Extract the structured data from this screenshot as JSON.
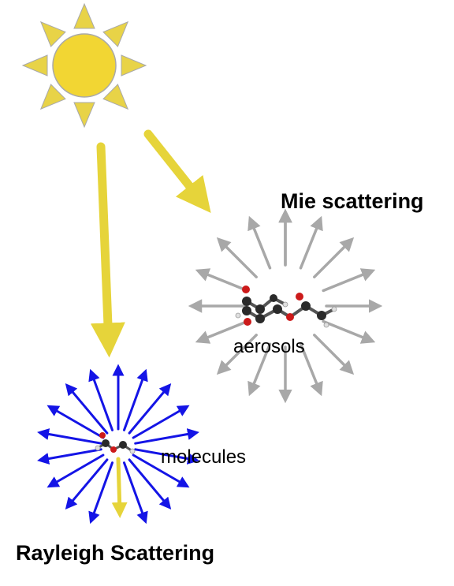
{
  "labels": {
    "mie": "Mie scattering",
    "aerosols": "aerosols",
    "molecules": "molecules",
    "rayleigh": "Rayleigh Scattering"
  },
  "colors": {
    "sun_fill": "#f2d633",
    "sun_ray": "#e8d347",
    "sun_edge": "#a9a9a9",
    "incoming_beam": "#e6d43a",
    "mie_arrow": "#a8a8a8",
    "rayleigh_arrow": "#1414e6",
    "carbon": "#2a2a2a",
    "oxygen": "#cc1a1a",
    "hydrogen": "#e0e0e0",
    "bond": "#555555"
  },
  "icons": [
    "sun-icon",
    "aerosol-molecule-icon",
    "gas-molecule-icon"
  ]
}
